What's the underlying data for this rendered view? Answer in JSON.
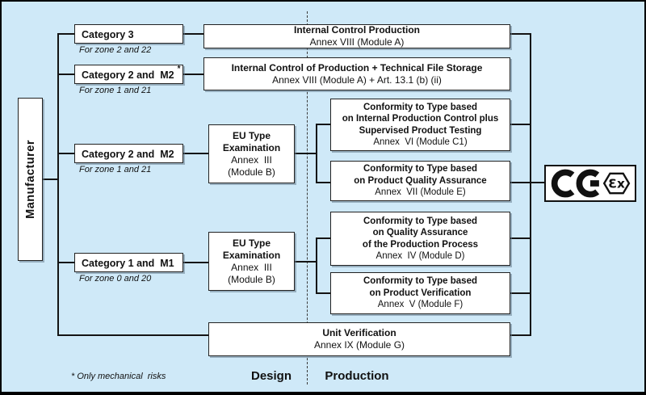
{
  "manufacturer_label": "Manufacturer",
  "categories": [
    {
      "label": "Category 3",
      "asterisk": "",
      "note": "For zone 2 and 22"
    },
    {
      "label": "Category 2 and  M2",
      "asterisk": "*",
      "note": "For zone 1 and 21"
    },
    {
      "label": "Category 2 and  M2",
      "asterisk": "",
      "note": "For zone 1 and 21"
    },
    {
      "label": "Category 1 and  M1",
      "asterisk": "",
      "note": "For zone 0 and 20"
    }
  ],
  "boxes": {
    "internal_control": {
      "line1": "Internal Control Production",
      "line2": "Annex VIII (Module A)"
    },
    "internal_control_tfs": {
      "line1": "Internal Control of Production + Technical File Storage",
      "line2": "Annex VIII (Module A) + Art. 13.1 (b) (ii)"
    },
    "eu_type_examination": {
      "line1": "EU Type",
      "line2": "Examination",
      "line3": "Annex  III",
      "line4": "(Module B)"
    },
    "module_c1": {
      "line1": "Conformity to Type based",
      "line2": "on Internal Production Control plus",
      "line3": "Supervised Product Testing",
      "line4": "Annex  VI (Module C1)"
    },
    "module_e": {
      "line1": "Conformity to Type based",
      "line2": "on Product Quality Assurance",
      "line3": "Annex  VII (Module E)"
    },
    "module_d": {
      "line1": "Conformity to Type based",
      "line2": "on Quality Assurance",
      "line3": "of the Production Process",
      "line4": "Annex  IV (Module D)"
    },
    "module_f": {
      "line1": "Conformity to Type based",
      "line2": "on Product Verification",
      "line3": "Annex  V (Module F)"
    },
    "unit_verification": {
      "line1": "Unit Verification",
      "line2": "Annex IX (Module G)"
    }
  },
  "phases": {
    "design": "Design",
    "production": "Production"
  },
  "footnote": "* Only mechanical  risks",
  "ce_mark": {
    "ex_symbol": "Ɛx"
  },
  "colors": {
    "background": "#cfe9f8",
    "box_border": "#222222",
    "line": "#141414"
  }
}
